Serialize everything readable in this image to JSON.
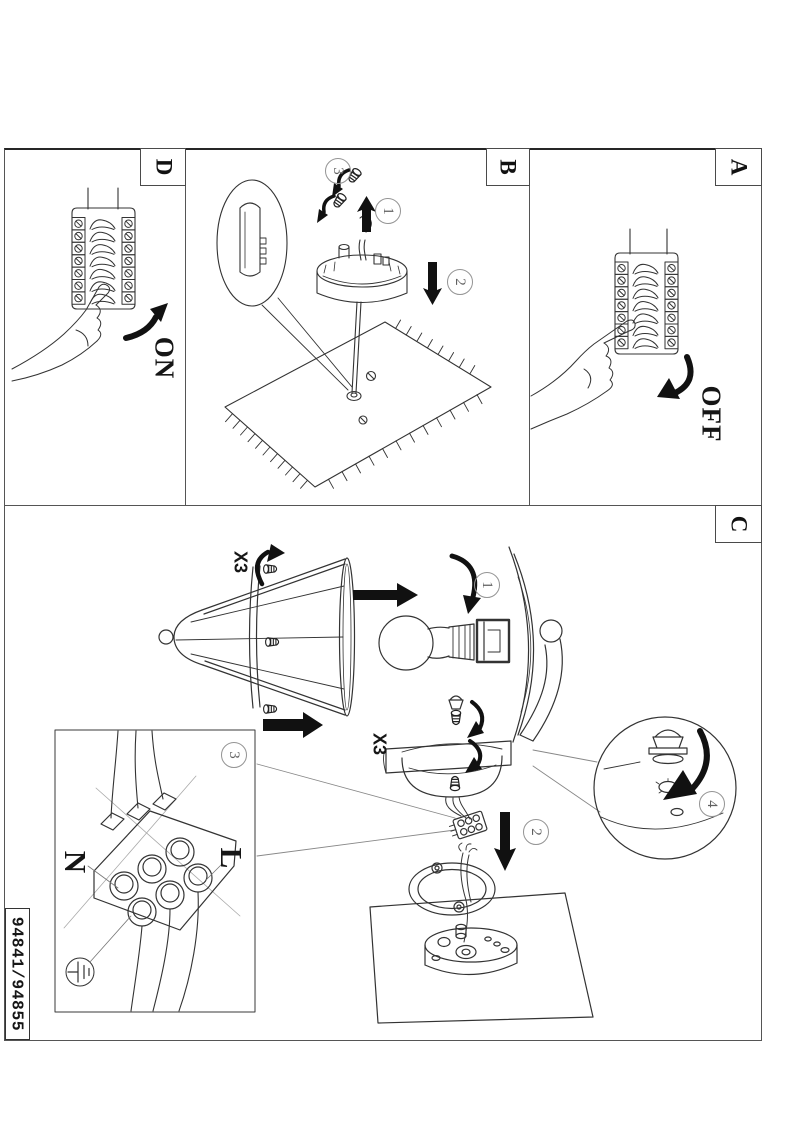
{
  "sheet": {
    "model_number": "94841/94855",
    "panels": {
      "a": {
        "label": "A",
        "switch_state": "OFF"
      },
      "b": {
        "label": "B",
        "steps": [
          "1",
          "2",
          "3"
        ]
      },
      "c": {
        "label": "C",
        "steps": [
          "1",
          "2",
          "3",
          "4"
        ],
        "screw_count_shade": "X3",
        "screw_count_bracket": "X3",
        "terminal_live": "L",
        "terminal_neutral": "N"
      },
      "d": {
        "label": "D",
        "switch_state": "ON"
      }
    },
    "colors": {
      "ink": "#222222",
      "line_art": "#333333",
      "step_circle": "#949494"
    }
  }
}
